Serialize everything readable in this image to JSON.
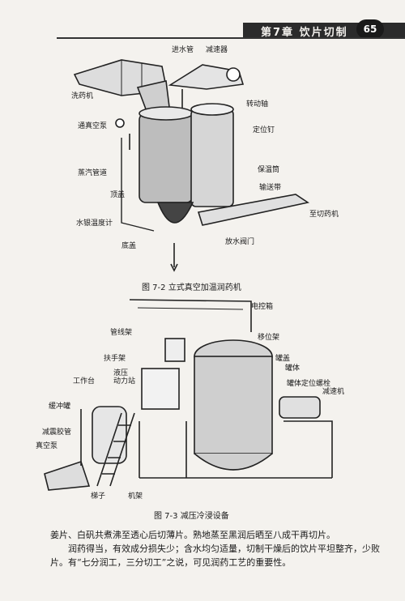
{
  "header": {
    "chapter": "第7章  饮片切制",
    "page_number": "65"
  },
  "figure1": {
    "labels": {
      "inlet": "进水管",
      "reducer": "减速器",
      "washer": "洗药机",
      "shaft": "转动轴",
      "vacuum_pump": "通真空泵",
      "locator": "定位钉",
      "steam_pipe": "蒸汽管道",
      "insulation": "保温筒",
      "top_cover": "顶盖",
      "conveyor": "输送带",
      "thermometer": "水银温度计",
      "to_cutter": "至切药机",
      "bottom_cover": "底盖",
      "drain_valve": "放水阀门"
    },
    "caption": "图 7-2    立式真空加温润药机"
  },
  "figure2": {
    "labels": {
      "control_box": "电控箱",
      "pipe_rack": "管线架",
      "shift_rack": "移位架",
      "handrail": "扶手架",
      "tank_cover": "罐盖",
      "hydraulic": "液压\n动力站",
      "tank_body": "罐体",
      "work_platform": "工作台",
      "locator_pin": "罐体定位螺栓",
      "buffer_tank": "缓冲罐",
      "reducer": "减速机",
      "filter": "减震胶管",
      "vacuum_pump": "真空泵",
      "ladder": "梯子",
      "frame": "机架"
    },
    "caption": "图 7-3    减压冷浸设备"
  },
  "text": {
    "line1": "姜片、白矾共煮沸至透心后切薄片。熟地蒸至黑润后晒至八成干再切片。",
    "para2": "润药得当，有效成分损失少；含水均匀适量，切制干燥后的饮片平坦整齐，少败片。有“七分润工，三分切工”之说，可见润药工艺的重要性。"
  }
}
